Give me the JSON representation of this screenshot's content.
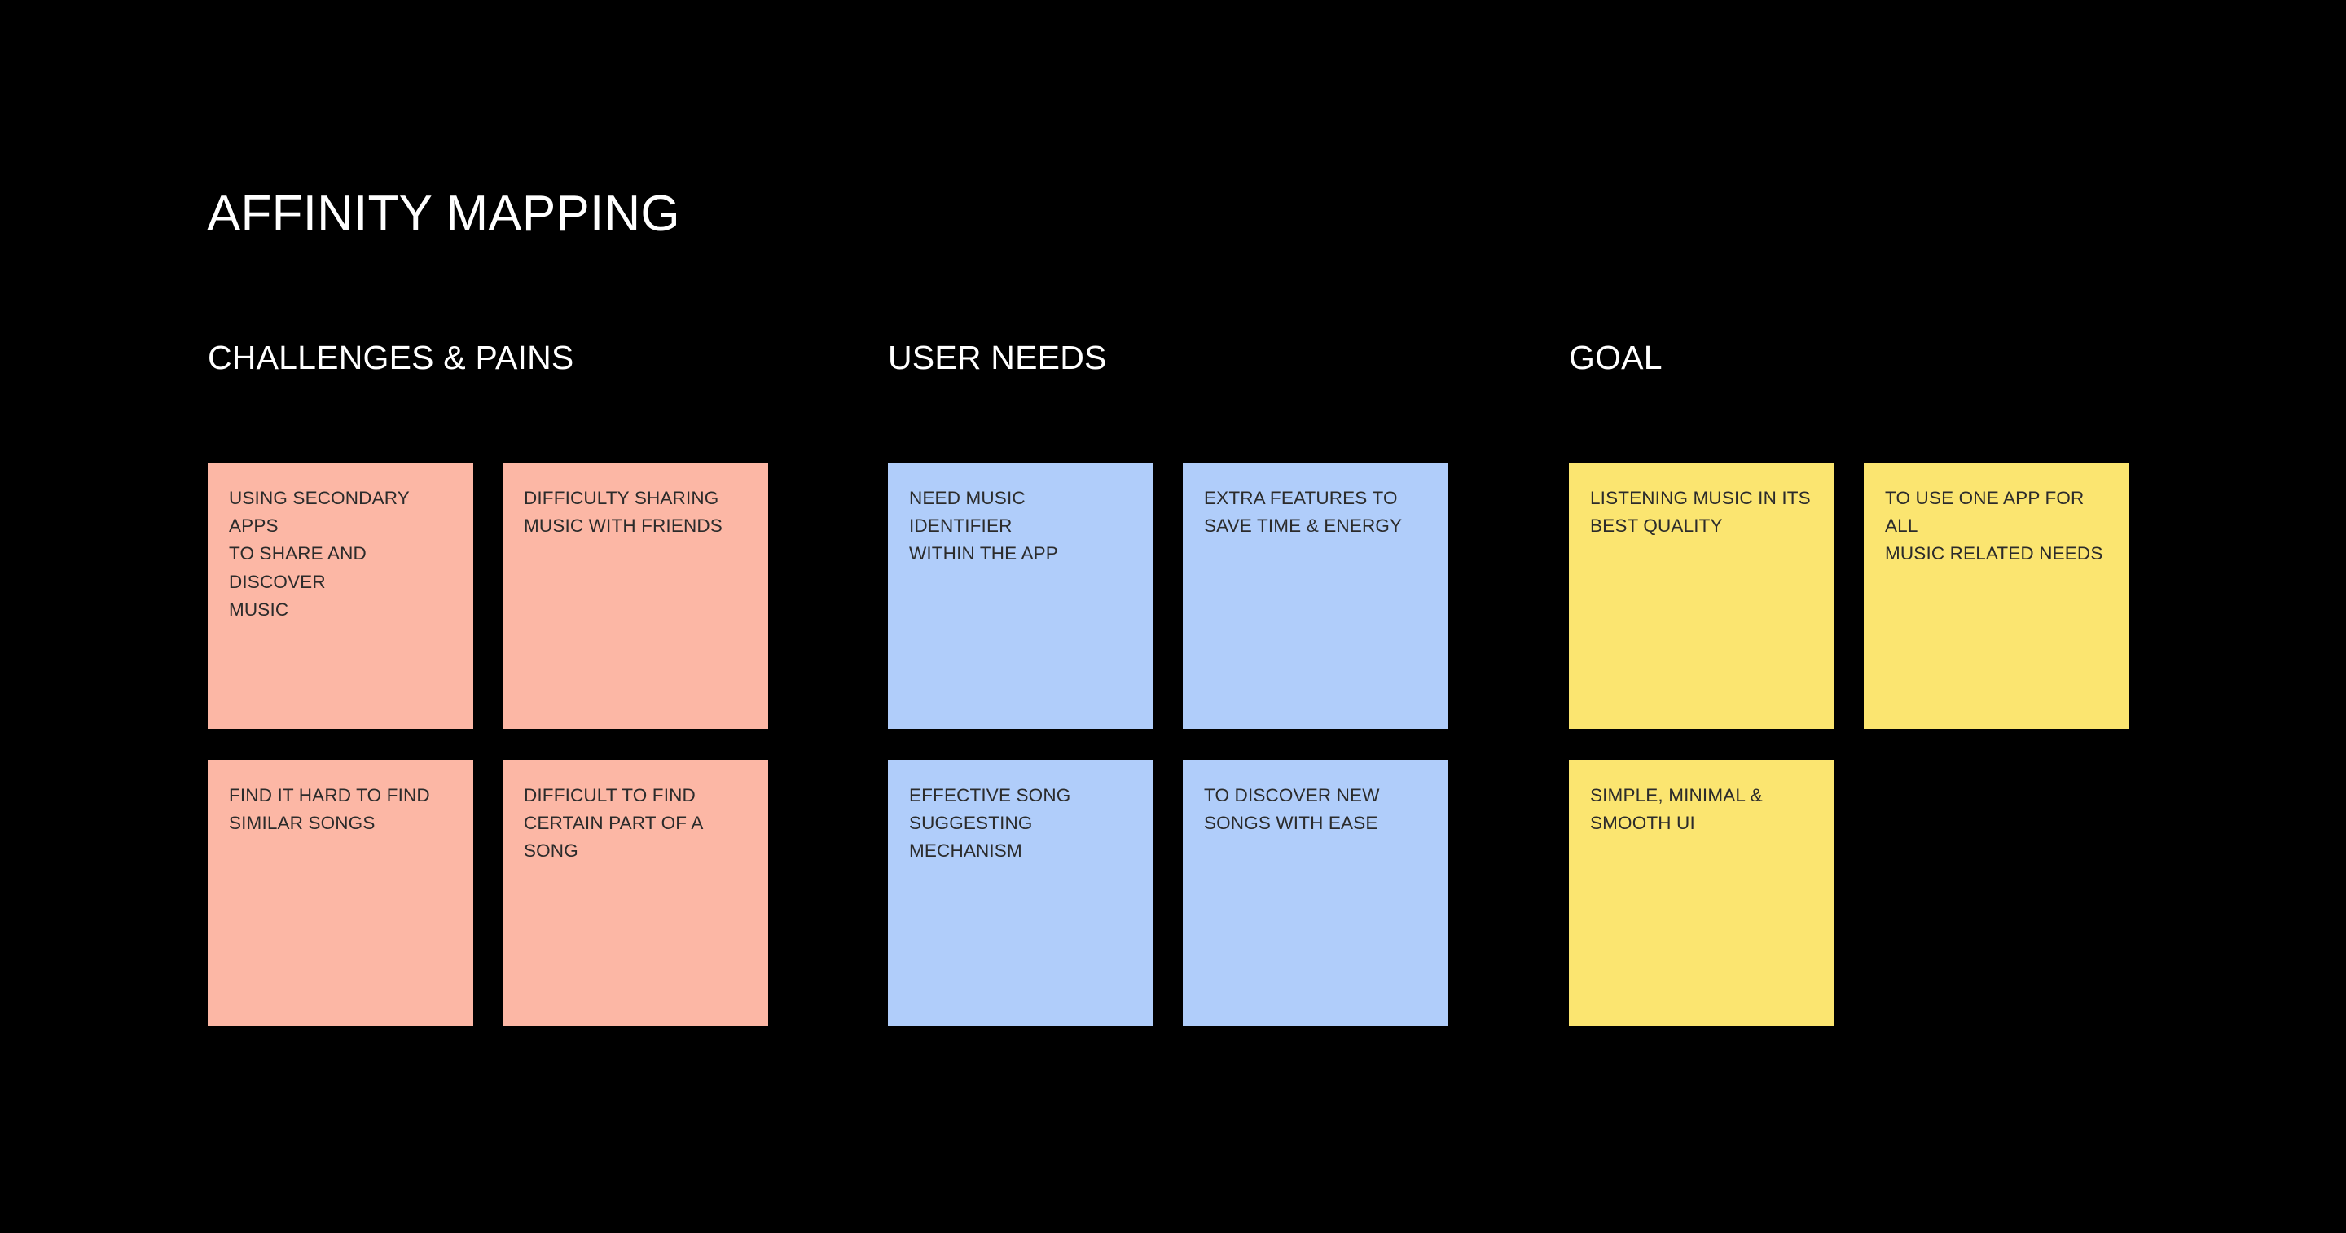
{
  "page": {
    "title": "AFFINITY MAPPING",
    "background_color": "#000000",
    "title_color": "#ffffff",
    "header_color": "#ffffff",
    "note_text_color": "#2b2b2b"
  },
  "columns": [
    {
      "header": "CHALLENGES & PAINS",
      "color": "#fcb7a5",
      "color_name": "pink",
      "notes": [
        {
          "text": "USING SECONDARY APPS\nTO SHARE AND DISCOVER\nMUSIC"
        },
        {
          "text": "DIFFICULTY SHARING\nMUSIC WITH FRIENDS"
        },
        {
          "text": "FIND IT HARD TO FIND\nSIMILAR SONGS"
        },
        {
          "text": "DIFFICULT TO FIND\nCERTAIN PART OF A\nSONG"
        }
      ]
    },
    {
      "header": "USER NEEDS",
      "color": "#b0cdfa",
      "color_name": "blue",
      "notes": [
        {
          "text": "NEED MUSIC IDENTIFIER\nWITHIN THE APP"
        },
        {
          "text": "EXTRA FEATURES TO\nSAVE TIME & ENERGY"
        },
        {
          "text": "EFFECTIVE SONG\nSUGGESTING\nMECHANISM"
        },
        {
          "text": "TO DISCOVER NEW\nSONGS WITH EASE"
        }
      ]
    },
    {
      "header": "GOAL",
      "color": "#fbe570",
      "color_name": "yellow",
      "notes": [
        {
          "text": "LISTENING MUSIC IN ITS\nBEST QUALITY"
        },
        {
          "text": "TO USE ONE APP FOR ALL\nMUSIC RELATED NEEDS"
        },
        {
          "text": "SIMPLE, MINIMAL &\nSMOOTH UI"
        },
        {
          "text": "",
          "empty": true
        }
      ]
    }
  ]
}
